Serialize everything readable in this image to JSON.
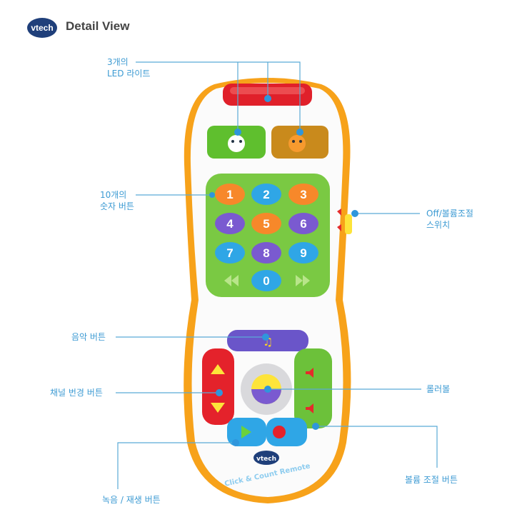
{
  "header": {
    "brand": "vtech",
    "title": "Detail View"
  },
  "product": {
    "brand": "vtech",
    "name": "Click & Count Remote"
  },
  "keypad": {
    "numbers": [
      "1",
      "2",
      "3",
      "4",
      "5",
      "6",
      "7",
      "8",
      "9",
      "0"
    ]
  },
  "labels": {
    "led": [
      "3개의",
      "LED 라이트"
    ],
    "number_buttons": [
      "10개의",
      "숫자 버튼"
    ],
    "switch": [
      "Off/볼륨조절",
      "스위치"
    ],
    "music": "음악 버튼",
    "channel": "채널 번경 버튼",
    "roller": "롤러볼",
    "volume": "볼륨 조절 버튼",
    "record": "녹음 / 재생 버튼"
  },
  "colors": {
    "label": "#3d9bd3",
    "line": "#5aaad6",
    "dot": "#2f96dc"
  }
}
